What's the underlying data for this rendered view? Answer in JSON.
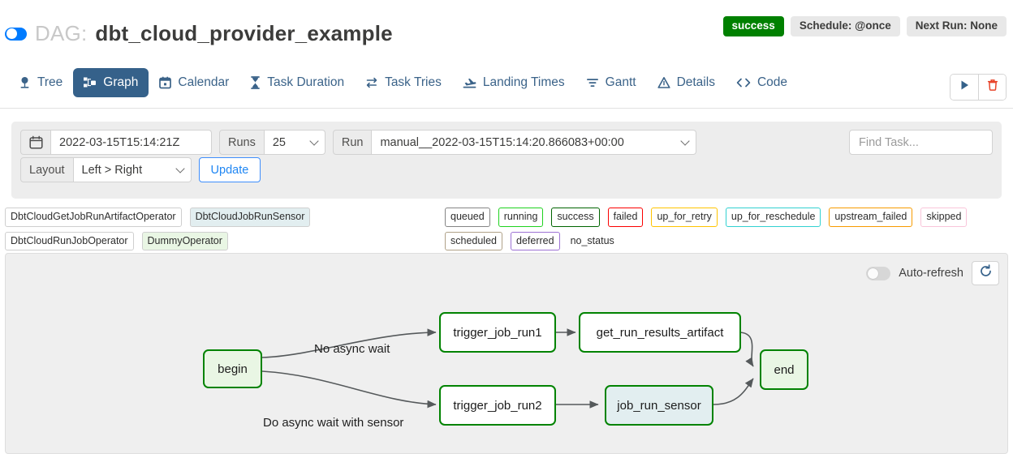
{
  "header": {
    "toggle_icon": "dag-pause-toggle",
    "dag_prefix": "DAG:",
    "dag_name": "dbt_cloud_provider_example",
    "badges": [
      {
        "label": "success",
        "style": "success"
      },
      {
        "label": "Schedule: @once",
        "style": "muted"
      },
      {
        "label": "Next Run: None",
        "style": "muted"
      }
    ]
  },
  "tabs": [
    {
      "label": "Tree",
      "icon": "tree-icon",
      "active": false
    },
    {
      "label": "Graph",
      "icon": "graph-icon",
      "active": true
    },
    {
      "label": "Calendar",
      "icon": "calendar-icon",
      "active": false
    },
    {
      "label": "Task Duration",
      "icon": "hourglass-icon",
      "active": false
    },
    {
      "label": "Task Tries",
      "icon": "retry-icon",
      "active": false
    },
    {
      "label": "Landing Times",
      "icon": "plane-landing-icon",
      "active": false
    },
    {
      "label": "Gantt",
      "icon": "gantt-icon",
      "active": false
    },
    {
      "label": "Details",
      "icon": "info-triangle-icon",
      "active": false
    },
    {
      "label": "Code",
      "icon": "code-icon",
      "active": false
    }
  ],
  "tab_actions": [
    {
      "name": "trigger-dag-button",
      "icon": "play-icon",
      "color": "#35618a"
    },
    {
      "name": "delete-dag-button",
      "icon": "trash-icon",
      "color": "#e8442a"
    }
  ],
  "filters": {
    "calendar_icon": "calendar-icon",
    "base_date_value": "2022-03-15T15:14:21Z",
    "runs_label": "Runs",
    "runs_value": "25",
    "run_label": "Run",
    "run_value": "manual__2022-03-15T15:14:20.866083+00:00",
    "layout_label": "Layout",
    "layout_value": "Left > Right",
    "update_label": "Update",
    "find_task_placeholder": "Find Task..."
  },
  "legend": {
    "operators": [
      "DbtCloudGetJobRunArtifactOperator",
      "DbtCloudJobRunSensor",
      "DbtCloudRunJobOperator",
      "DummyOperator"
    ],
    "operator_colors": {
      "DbtCloudGetJobRunArtifactOperator": "#ffffff",
      "DbtCloudJobRunSensor": "#e2eef0",
      "DbtCloudRunJobOperator": "#ffffff",
      "DummyOperator": "#e9f6e4"
    },
    "statuses": [
      {
        "label": "queued",
        "color": "#858585"
      },
      {
        "label": "running",
        "color": "#1fd21f"
      },
      {
        "label": "success",
        "color": "#006400"
      },
      {
        "label": "failed",
        "color": "#fb0000"
      },
      {
        "label": "up_for_retry",
        "color": "#ffc400"
      },
      {
        "label": "up_for_reschedule",
        "color": "#32d1d1"
      },
      {
        "label": "upstream_failed",
        "color": "#f79b00"
      },
      {
        "label": "skipped",
        "color": "#f9c5da"
      },
      {
        "label": "scheduled",
        "color": "#b0a188"
      },
      {
        "label": "deferred",
        "color": "#9d72d4"
      },
      {
        "label": "no_status",
        "color": "transparent"
      }
    ]
  },
  "graph": {
    "auto_refresh_label": "Auto-refresh",
    "auto_refresh_on": false,
    "refresh_icon": "refresh-icon",
    "nodes": [
      {
        "id": "begin",
        "label": "begin",
        "fill": "green"
      },
      {
        "id": "trigger_job_run1",
        "label": "trigger_job_run1",
        "fill": "white"
      },
      {
        "id": "get_run_results_artifact",
        "label": "get_run_results_artifact",
        "fill": "white"
      },
      {
        "id": "trigger_job_run2",
        "label": "trigger_job_run2",
        "fill": "white"
      },
      {
        "id": "job_run_sensor",
        "label": "job_run_sensor",
        "fill": "blue"
      },
      {
        "id": "end",
        "label": "end",
        "fill": "green"
      }
    ],
    "edge_labels": [
      {
        "text": "No async wait"
      },
      {
        "text": "Do async wait with sensor"
      }
    ]
  }
}
